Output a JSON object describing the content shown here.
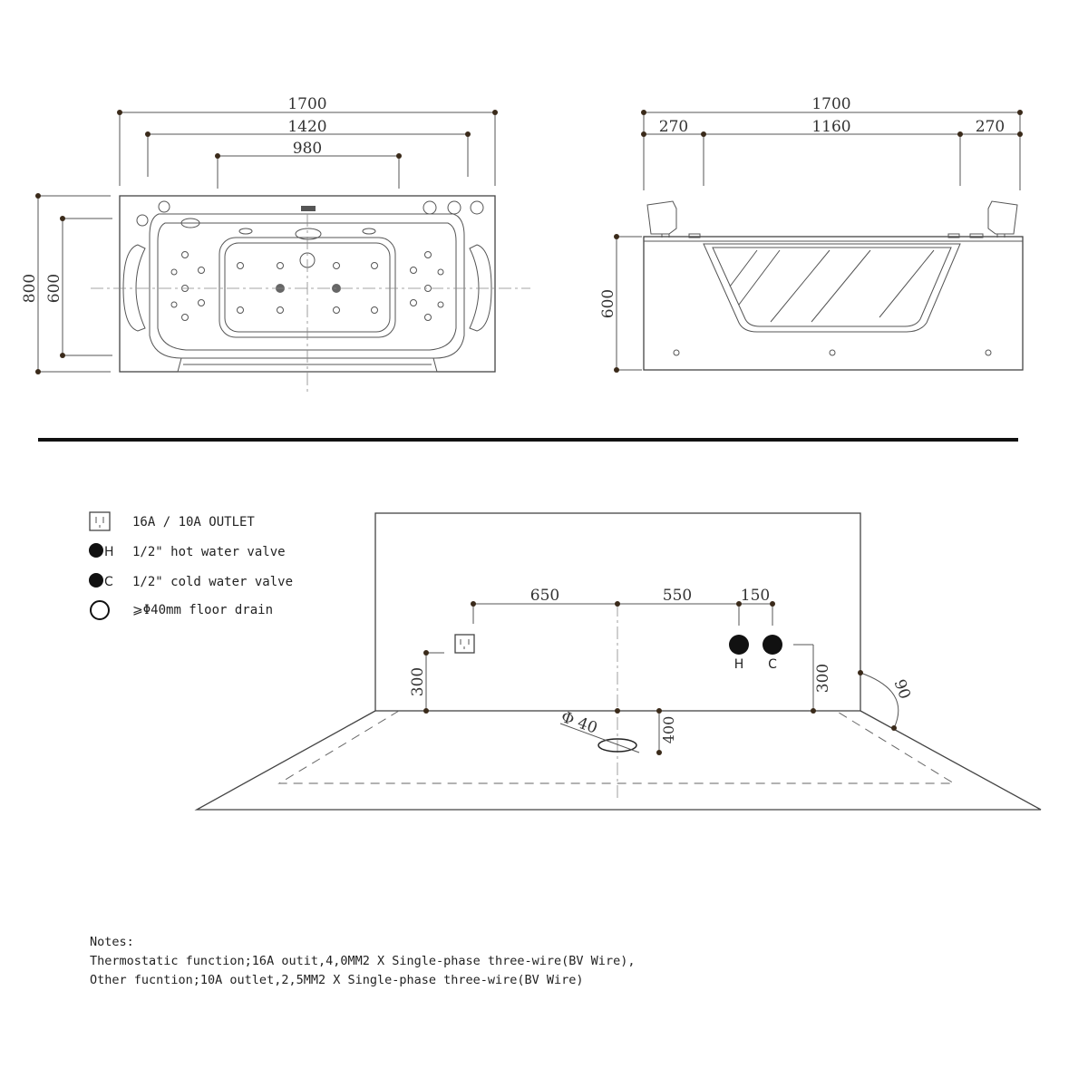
{
  "plan_view": {
    "dims": {
      "overall": "1700",
      "inner": "1420",
      "center": "980",
      "height_total": "800",
      "height_inner": "600"
    }
  },
  "side_view": {
    "dims": {
      "overall": "1700",
      "left": "270",
      "middle": "1160",
      "right": "270",
      "height": "600"
    }
  },
  "legend": {
    "outlet": "16A / 10A  OUTLET",
    "hot_symbol": "H",
    "hot": "1/2\" hot water valve",
    "cold_symbol": "C",
    "cold": "1/2\" cold water valve",
    "drain": "⩾Φ40mm floor drain"
  },
  "installation_view": {
    "dims": {
      "a": "650",
      "b": "550",
      "c": "150",
      "outlet_height": "300",
      "valve_height": "300",
      "drain_offset": "400",
      "drain_dia": "Φ 40",
      "angle": "90"
    },
    "labels": {
      "hot": "H",
      "cold": "C"
    }
  },
  "notes": {
    "title": "Notes:",
    "line1": "Thermostatic function;16A outit,4,0MM2 X Single-phase three-wire(BV Wire),",
    "line2": "Other fucntion;10A outlet,2,5MM2 X Single-phase three-wire(BV Wire)"
  }
}
